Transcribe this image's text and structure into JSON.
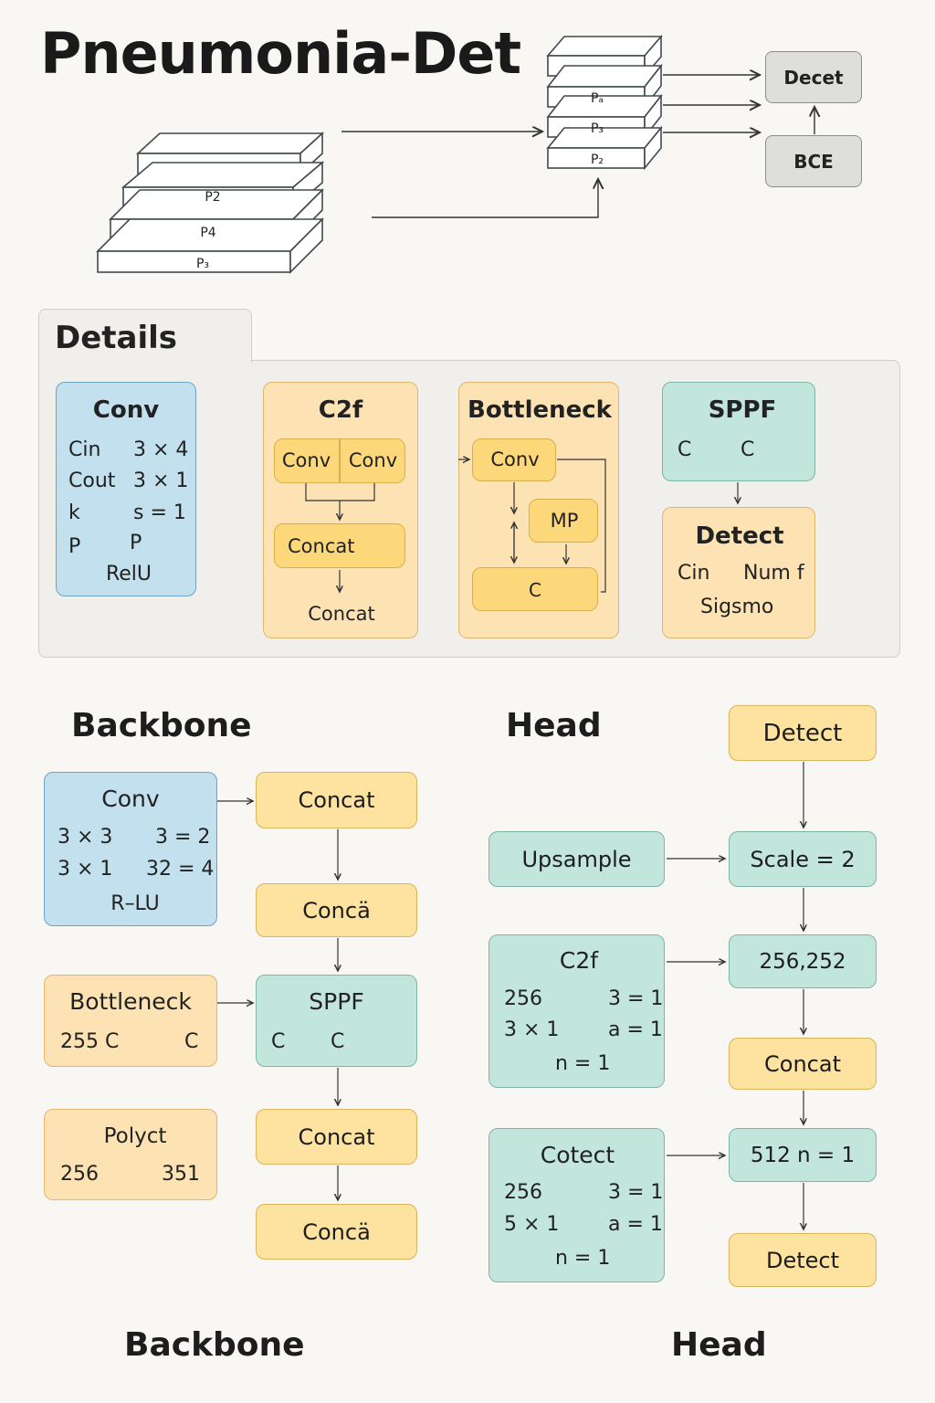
{
  "title": "Pneumonia-Det",
  "top_diagram": {
    "left_stack_labels": [
      "P2",
      "P4",
      "P₃"
    ],
    "right_stack_labels": [
      "Pₐ",
      "P₃",
      "P₂"
    ],
    "decet_label": "Decet",
    "bce_label": "BCE"
  },
  "details": {
    "title": "Details",
    "conv": {
      "title": "Conv",
      "rows": [
        [
          "Cin",
          "3 × 4"
        ],
        [
          "Cout",
          "3 × 1"
        ],
        [
          "k",
          "s = 1"
        ],
        [
          "P",
          "P"
        ]
      ],
      "footer": "RelU"
    },
    "c2f": {
      "title": "C2f",
      "conv_a": "Conv",
      "conv_b": "Conv",
      "concat_inner": "Concat",
      "concat_outer": "Concat"
    },
    "bottleneck": {
      "title": "Bottleneck",
      "conv": "Conv",
      "mp": "MP",
      "c": "C"
    },
    "sppf": {
      "title": "SPPF",
      "left": "C",
      "right": "C"
    },
    "detect": {
      "title": "Detect",
      "row1_left": "Cin",
      "row1_right": "Num f",
      "row2": "Sigsmo"
    }
  },
  "backbone": {
    "title": "Backbone",
    "bottom_title": "Backbone",
    "conv": {
      "title": "Conv",
      "rows": [
        [
          "3 × 3",
          "3 = 2"
        ],
        [
          "3 × 1",
          "32 = 4"
        ]
      ],
      "footer": "R–LU"
    },
    "bottleneck": {
      "title": "Bottleneck",
      "left": "255 C",
      "right": "C"
    },
    "polyct": {
      "title": "Polyct",
      "left": "256",
      "right": "351"
    },
    "concat_1": "Concat",
    "concat_2": "Concä",
    "sppf": {
      "title": "SPPF",
      "left": "C",
      "right": "C"
    },
    "concat_3": "Concat",
    "concat_4": "Concä"
  },
  "head": {
    "title": "Head",
    "bottom_title": "Head",
    "detect_top": "Detect",
    "upsample": "Upsample",
    "scale": "Scale = 2",
    "c2f": {
      "title": "C2f",
      "rows": [
        [
          "256",
          "3 = 1"
        ],
        [
          "3 × 1",
          "a = 1"
        ]
      ],
      "footer": "n = 1"
    },
    "val_256": "256,252",
    "concat": "Concat",
    "cotect": {
      "title": "Cotect",
      "rows": [
        [
          "256",
          "3 = 1"
        ],
        [
          "5 × 1",
          "a = 1"
        ]
      ],
      "footer": "n = 1"
    },
    "val_512": "512 n = 1",
    "detect_bottom": "Detect"
  },
  "colors": {
    "background": "#f8f7f4",
    "blue": "#c2e0ee",
    "orange": "#fde3b4",
    "yellow": "#fdd87a",
    "teal": "#c2e5dc",
    "gray": "#dededb"
  }
}
